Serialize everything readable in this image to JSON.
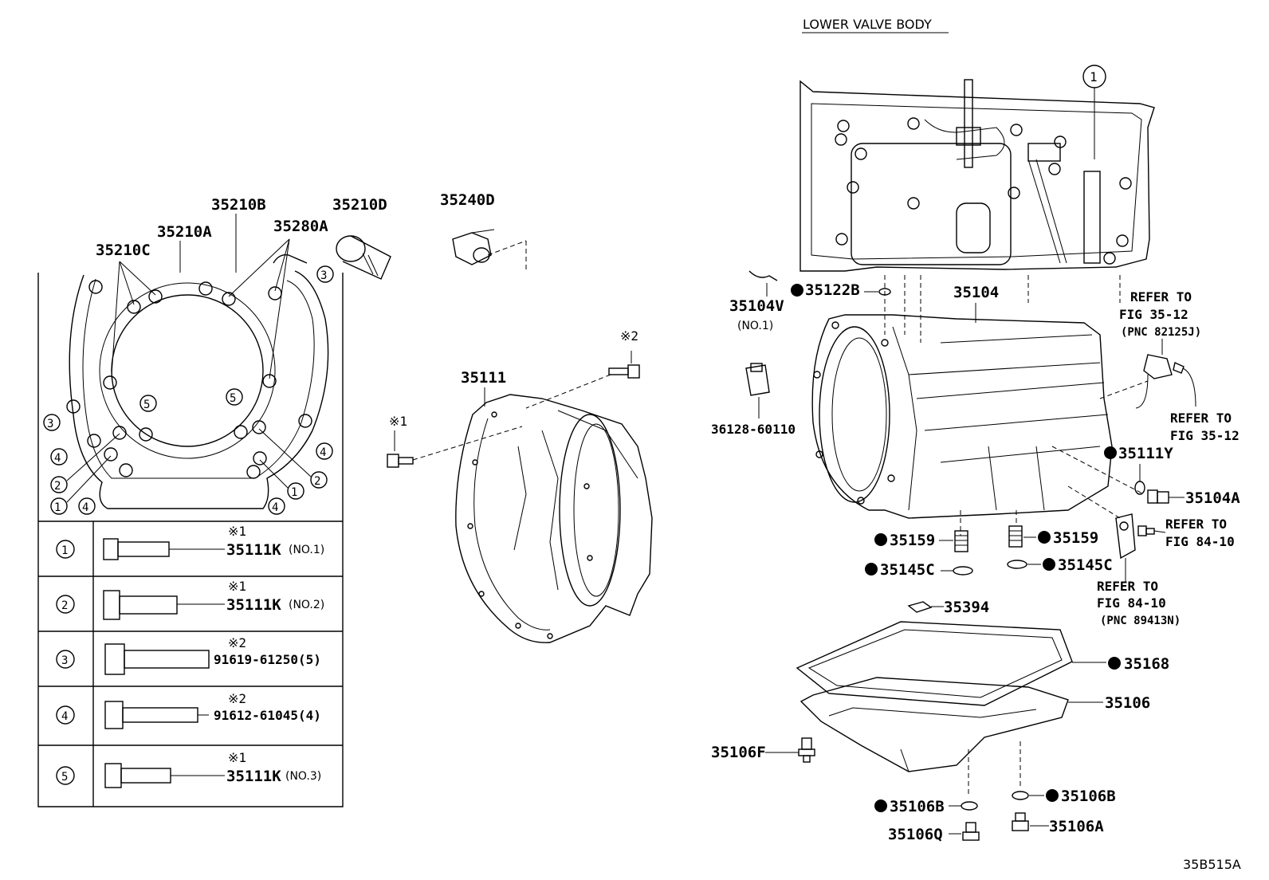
{
  "diagram_id": "35B515A",
  "section_title": "LOWER VALVE BODY",
  "callouts": {
    "p35210B": "35210B",
    "p35210D": "35210D",
    "p35210A": "35210A",
    "p35280A": "35280A",
    "p35210C": "35210C",
    "p35240D": "35240D",
    "p35111": "35111",
    "p35104V": "35104V",
    "p35104V_note": "(NO.1)",
    "p35122B": "35122B",
    "p35104": "35104",
    "p36128": "36128-60110",
    "p35111Y": "35111Y",
    "p35104A": "35104A",
    "p35159_left": "35159",
    "p35159_right": "35159",
    "p35145C_left": "35145C",
    "p35145C_right": "35145C",
    "p35394": "35394",
    "p35168": "35168",
    "p35106": "35106",
    "p35106F": "35106F",
    "p35106B_left": "35106B",
    "p35106B_right": "35106B",
    "p35106Q": "35106Q",
    "p35106A": "35106A",
    "mark1": "※1",
    "mark2": "※2"
  },
  "refer_notes": {
    "r1_line1": "REFER TO",
    "r1_line2": "FIG 35-12",
    "r1_line3": "(PNC 82125J)",
    "r2_line1": "REFER TO",
    "r2_line2": "FIG 35-12",
    "r3_line1": "REFER TO",
    "r3_line2": "FIG 84-10",
    "r4_line1": "REFER TO",
    "r4_line2": "FIG 84-10",
    "r4_line3": "(PNC 89413N)"
  },
  "bolt_table": [
    {
      "index": "1",
      "mark": "※1",
      "part": "35111K",
      "note": "(NO.1)"
    },
    {
      "index": "2",
      "mark": "※1",
      "part": "35111K",
      "note": "(NO.2)"
    },
    {
      "index": "3",
      "mark": "※2",
      "part": "91619-61250(5)",
      "note": ""
    },
    {
      "index": "4",
      "mark": "※2",
      "part": "91612-61045(4)",
      "note": ""
    },
    {
      "index": "5",
      "mark": "※1",
      "part": "35111K",
      "note": "(NO.3)"
    }
  ],
  "valve_body_callout": "1",
  "gasket_callouts": {
    "c1": "1",
    "c2": "2",
    "c3": "3",
    "c4": "4",
    "c5": "5"
  }
}
